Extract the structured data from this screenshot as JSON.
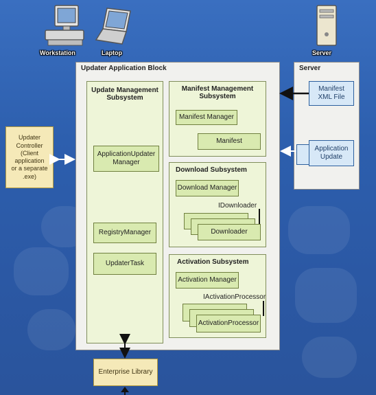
{
  "clients": {
    "workstation": "Workstation",
    "laptop": "Laptop",
    "server": "Server"
  },
  "updater_block": {
    "title": "Updater Application Block",
    "update_management": {
      "title_line1": "Update Management",
      "title_line2": "Subsystem",
      "application_updater_line1": "ApplicationUpdater",
      "application_updater_line2": "Manager",
      "registry_manager": "RegistryManager",
      "updater_task": "UpdaterTask"
    },
    "manifest_management": {
      "title_line1": "Manifest Management",
      "title_line2": "Subsystem",
      "manifest_manager": "Manifest Manager",
      "manifest": "Manifest"
    },
    "download_subsystem": {
      "title": "Download Subsystem",
      "download_manager": "Download Manager",
      "interface": "IDownloader",
      "downloader": "Downloader"
    },
    "activation_subsystem": {
      "title": "Activation Subsystem",
      "activation_manager": "Activation Manager",
      "interface": "IActivationProcessor",
      "activation_processor": "ActivationProcessor"
    }
  },
  "server_panel": {
    "title": "Server",
    "manifest_file_line1": "Manifest",
    "manifest_file_line2": "XML File",
    "application_update_line1": "Application",
    "application_update_line2": "Update"
  },
  "updater_controller": {
    "line1": "Updater",
    "line2": "Controller",
    "line3": "(Client",
    "line4": "application",
    "line5": "or a separate",
    "line6": ".exe)"
  },
  "enterprise_library": "Enterprise Library",
  "colors": {
    "background": "#2d5fae",
    "component_green": "#d9eab0",
    "component_blue": "#d7e8f7",
    "component_gold": "#f5e9b8"
  }
}
